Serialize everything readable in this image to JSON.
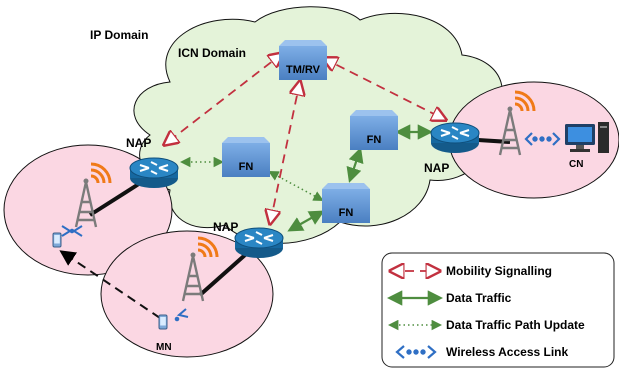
{
  "domains": {
    "ip_domain": "IP Domain",
    "icn_domain": "ICN  Domain"
  },
  "nodes": {
    "tmrv": "TM/RV",
    "fn_left": "FN",
    "fn_top": "FN",
    "fn_mid": "FN",
    "nap_left": "NAP",
    "nap_bottom": "NAP",
    "nap_right": "NAP",
    "cn": "CN",
    "mn": "MN"
  },
  "legend": {
    "mobility": "Mobility Signalling",
    "data": "Data Traffic",
    "path_update": "Data Traffic Path Update",
    "wireless": "Wireless Access Link"
  },
  "colors": {
    "cloud_fill": "#e4f3d9",
    "cell_fill": "#fbd7e3",
    "mobility_red": "#c2303f",
    "data_green": "#4e8d3f",
    "wireless_blue": "#2f6fc4",
    "fn_blue": "#5b8fd1",
    "router_blue": "#1d6fa8"
  }
}
